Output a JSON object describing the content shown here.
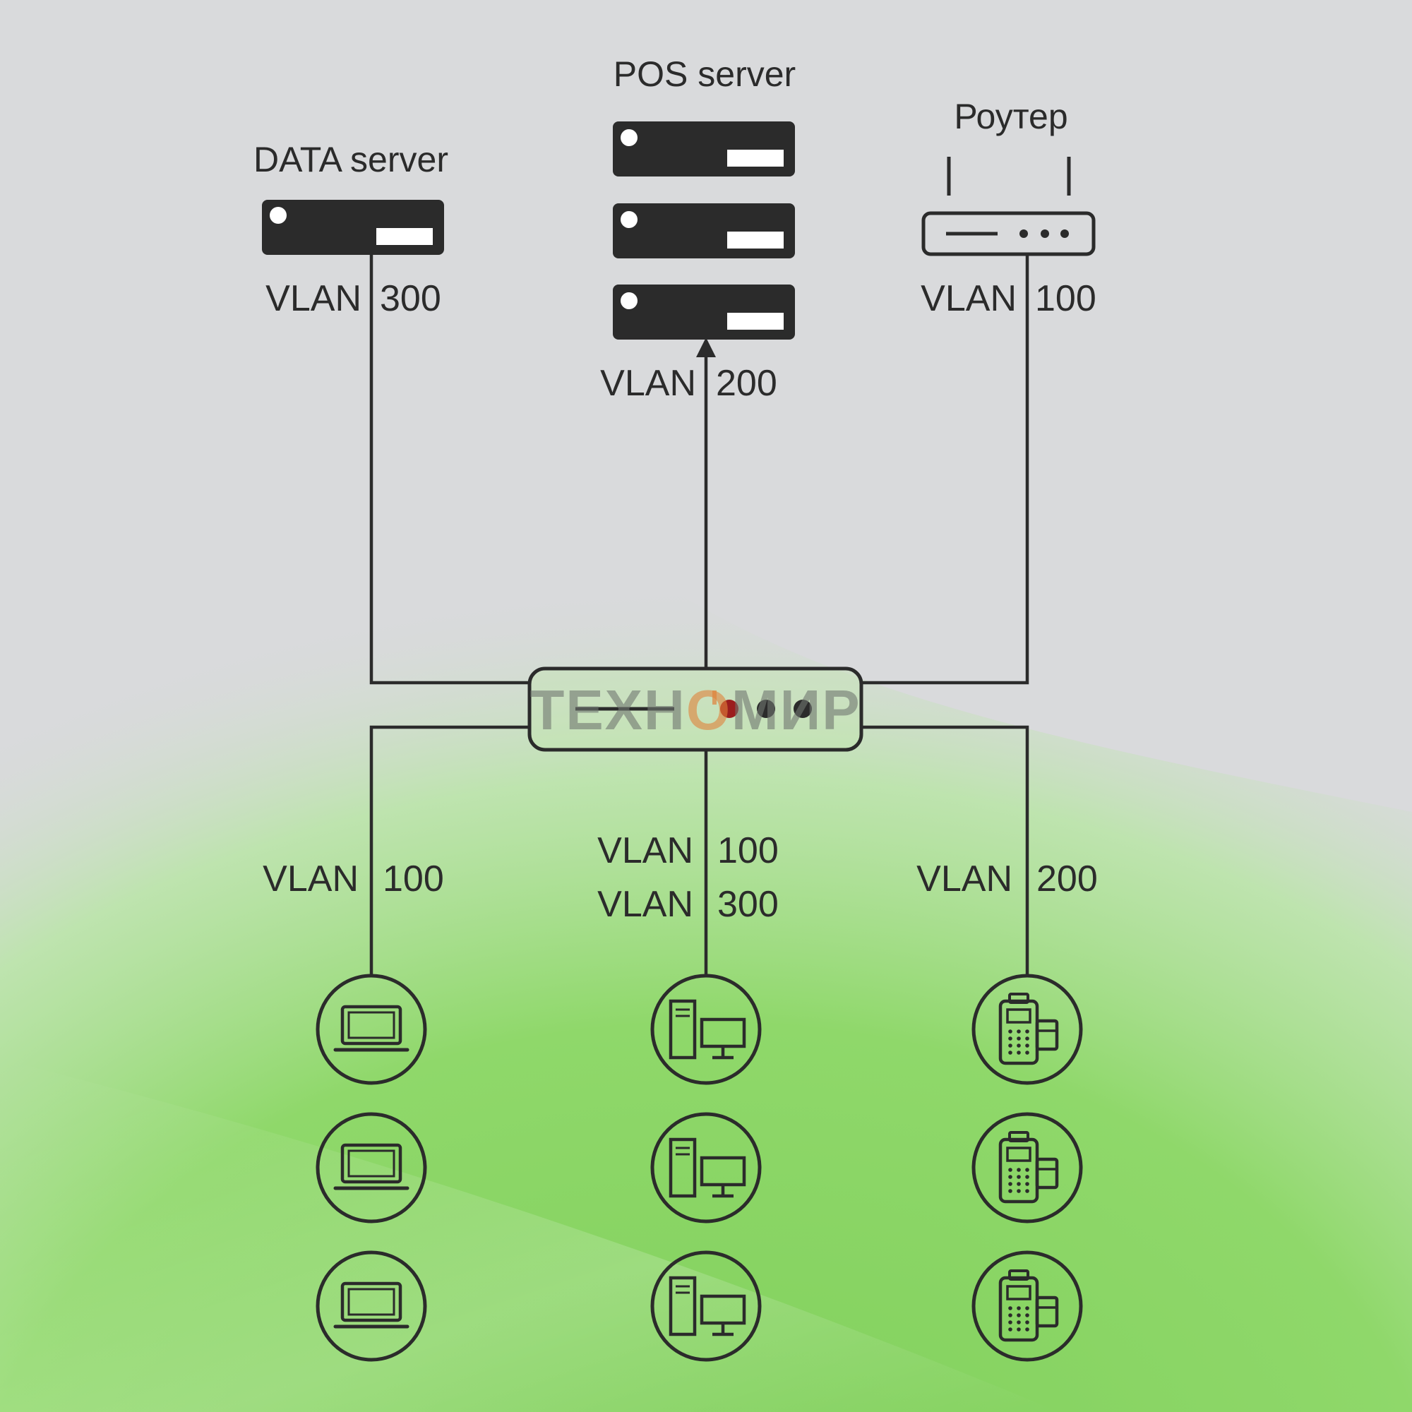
{
  "colors": {
    "background_gray": "#d9dadc",
    "background_green": "#7fcf5a",
    "ink": "#2b2b2b",
    "watermark_gray": "#6f7670",
    "watermark_orange": "#e0823a",
    "led_red": "#9b1d1d"
  },
  "nodes": {
    "data_server": {
      "title": "DATA server",
      "vlan_left": "VLAN",
      "vlan_right": "300"
    },
    "pos_server": {
      "title": "POS server",
      "vlan_left": "VLAN",
      "vlan_right": "200"
    },
    "router": {
      "title": "Роутер",
      "vlan_left": "VLAN",
      "vlan_right": "100"
    }
  },
  "switch": {
    "icon": "network-switch-icon",
    "watermark": {
      "part1": "ТЕХН",
      "part2": "О",
      "part3": "МИР"
    }
  },
  "clients": {
    "laptops": {
      "icon": "laptop-icon",
      "count": 3,
      "vlans": [
        {
          "left": "VLAN",
          "right": "100"
        }
      ]
    },
    "desktops": {
      "icon": "desktop-computer-icon",
      "count": 3,
      "vlans": [
        {
          "left": "VLAN",
          "right": "100"
        },
        {
          "left": "VLAN",
          "right": "300"
        }
      ]
    },
    "pos_terminals": {
      "icon": "pos-terminal-icon",
      "count": 3,
      "vlans": [
        {
          "left": "VLAN",
          "right": "200"
        }
      ]
    }
  }
}
